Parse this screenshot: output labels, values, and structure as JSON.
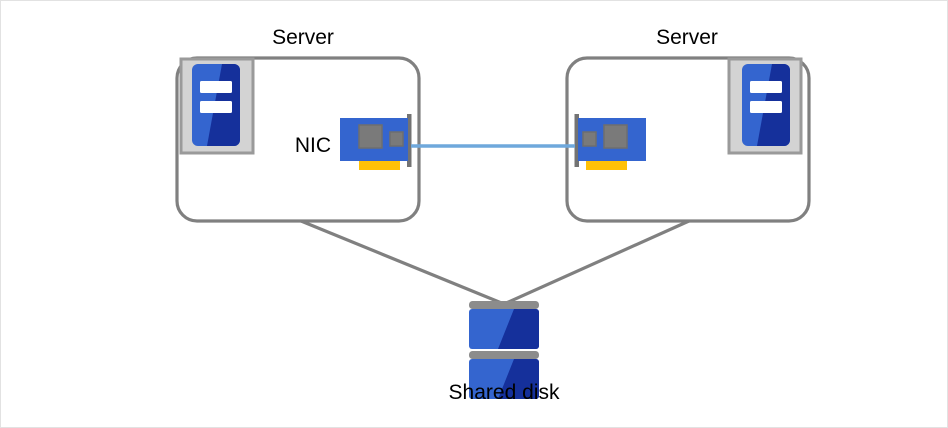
{
  "diagram": {
    "title": "Two-server cluster with shared disk",
    "background_color": "#ffffff",
    "frame_border_color": "#e2e2e2",
    "labels": {
      "server_left": "Server",
      "server_right": "Server",
      "nic": "NIC",
      "shared_disk": "Shared disk"
    },
    "colors": {
      "outline_gray": "#808080",
      "icon_frame_gray": "#d0d0d0",
      "icon_frame_border": "#9a9a9a",
      "blue_light": "#3465cf",
      "blue_dark": "#15309b",
      "white": "#ffffff",
      "chip_gray": "#7a7a7a",
      "chip_gray_border": "#6e6e6e",
      "nic_connector_yellow": "#ffc107",
      "bracket_gray": "#737373",
      "network_link_blue": "#6fa8dc",
      "disk_band_gray": "#8c8c8c",
      "text_black": "#000000"
    },
    "nodes": [
      {
        "id": "server-left",
        "type": "server-chassis",
        "label": "Server"
      },
      {
        "id": "server-right",
        "type": "server-chassis",
        "label": "Server"
      },
      {
        "id": "nic-left",
        "type": "network-card",
        "label": "NIC"
      },
      {
        "id": "nic-right",
        "type": "network-card",
        "label": ""
      },
      {
        "id": "shared-disk",
        "type": "disk-stack",
        "label": "Shared disk"
      }
    ],
    "connections": [
      {
        "from": "nic-left",
        "to": "nic-right",
        "style": "network-link",
        "color": "#6fa8dc"
      },
      {
        "from": "server-left",
        "to": "shared-disk",
        "style": "storage-link",
        "color": "#808080"
      },
      {
        "from": "server-right",
        "to": "shared-disk",
        "style": "storage-link",
        "color": "#808080"
      }
    ],
    "icons": {
      "server_tower": "server-tower-icon",
      "network_card": "nic-card-icon",
      "disk_stack": "disk-stack-icon"
    }
  }
}
